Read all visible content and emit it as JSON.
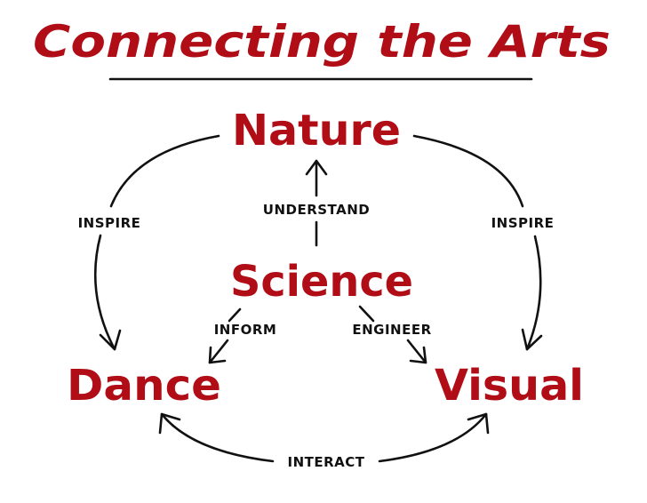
{
  "title": "Connecting the Arts",
  "nodes": {
    "nature": "Nature",
    "science": "Science",
    "dance": "Dance",
    "visual": "Visual"
  },
  "edges": {
    "understand": "UNDERSTAND",
    "inspire_left": "INSPIRE",
    "inspire_right": "INSPIRE",
    "inform": "INFORM",
    "engineer": "ENGINEER",
    "interact": "INTERACT"
  },
  "colors": {
    "accent": "#b00d17",
    "ink": "#111111"
  }
}
